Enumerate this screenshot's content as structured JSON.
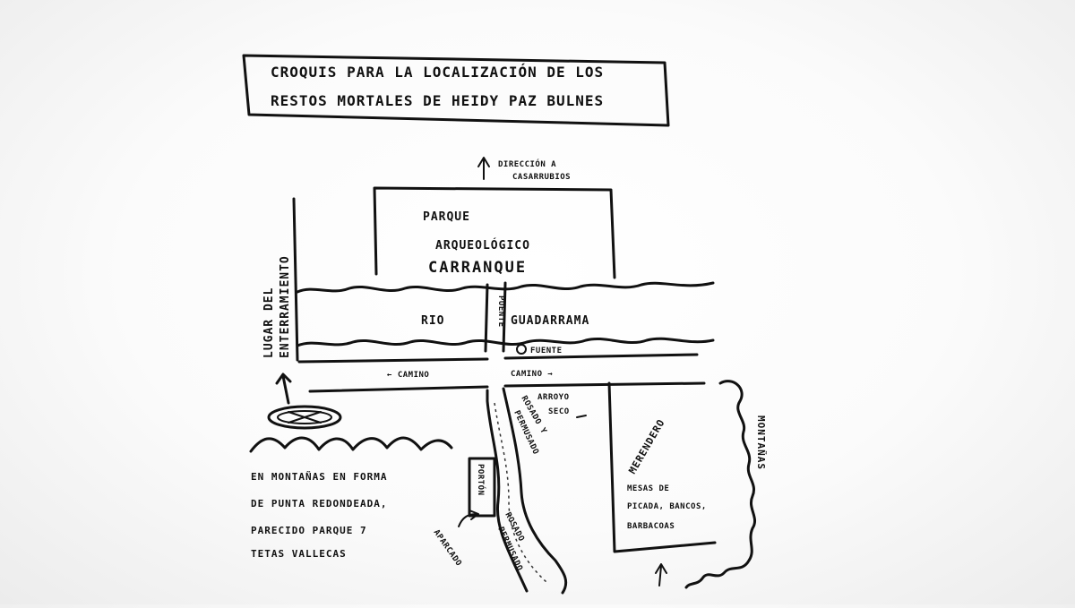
{
  "title": {
    "line1": "CROQUIS PARA LA LOCALIZACIÓN DE LOS",
    "line2": "RESTOS MORTALES DE HEIDY PAZ BULNES"
  },
  "direction": {
    "line1": "DIRECCIÓN A",
    "line2": "CASARRUBIOS"
  },
  "park": {
    "line1": "PARQUE",
    "line2": "ARQUEOLÓGICO",
    "line3": "CARRANQUE"
  },
  "river": {
    "left": "RIO",
    "right": "GUADARRAMA"
  },
  "bridge_label": "PUENTE",
  "fountain_label": "FUENTE",
  "road": {
    "left": "← CAMINO",
    "right": "CAMINO →"
  },
  "burial_site": {
    "line1": "LUGAR DEL",
    "line2": "ENTERRAMIENTO"
  },
  "stream": {
    "line1": "ARROYO",
    "line2": "SECO"
  },
  "paved_road": {
    "line1": "ROSADO Y",
    "line2": "PERMUSADO"
  },
  "lower_road": {
    "line1": "ROSADO",
    "line2": "PERMUSADO"
  },
  "gate_label": "PORTÓN",
  "parking_label": "APARCADO",
  "picnic": {
    "title": "MERENDERO",
    "line1": "MESAS DE",
    "line2": "PICADA, BANCOS,",
    "line3": "BARBACOAS"
  },
  "mountains_label": "MONTAÑAS",
  "mountain_note": {
    "line1": "EN MONTAÑAS EN FORMA",
    "line2": "DE PUNTA REDONDEADA,",
    "line3": "PARECIDO PARQUE 7",
    "line4": "TETAS VALLECAS"
  }
}
